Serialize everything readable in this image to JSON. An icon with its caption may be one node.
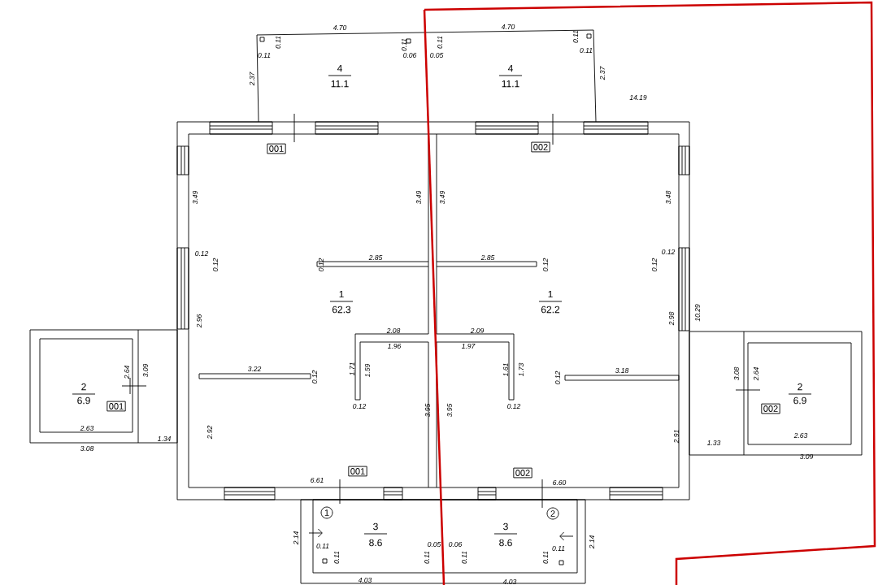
{
  "diagram": {
    "nodes": [
      {
        "text": [
          "001"
        ]
      },
      {
        "text": [
          "002"
        ]
      },
      {
        "text": [
          "001"
        ]
      },
      {
        "text": [
          "002"
        ]
      },
      {
        "text": [
          "001"
        ]
      },
      {
        "text": [
          "002"
        ]
      },
      {
        "text": [
          "1"
        ]
      },
      {
        "text": [
          "2"
        ]
      }
    ],
    "labels": [
      "4.70",
      "4.70",
      "0.11",
      "0.11",
      "0.11",
      "0.11",
      "0.11",
      "0.06",
      "0.05",
      "0.11",
      "2.37",
      "4",
      "4",
      "2.37",
      "11.1",
      "11.1",
      "14.19",
      "3.49",
      "3.49",
      "3.49",
      "3.48",
      "0.12",
      "0.12",
      "0.12",
      "2.85",
      "2.85",
      "0.12",
      "0.12",
      "0.12",
      "1",
      "1",
      "62.3",
      "62.2",
      "2.96",
      "2.98",
      "10.29",
      "2.08",
      "2.09",
      "1.96",
      "1.97",
      "2.64",
      "3.09",
      "3.22",
      "0.12",
      "1.71",
      "1.59",
      "1.61",
      "1.73",
      "0.12",
      "3.18",
      "3.08",
      "2.64",
      "2",
      "2",
      "6.9",
      "6.9",
      "0.12",
      "3.95",
      "3.95",
      "0.12",
      "2.63",
      "1.34",
      "2.92",
      "2.91",
      "1.33",
      "2.63",
      "3.08",
      "3.09",
      "6.61",
      "6.60",
      "2.14",
      "3",
      "3",
      "2.14",
      "0.11",
      "8.6",
      "0.05",
      "0.06",
      "8.6",
      "0.11",
      "0.11",
      "0.11",
      "0.11",
      "0.11",
      "4.03",
      "4.03"
    ]
  }
}
